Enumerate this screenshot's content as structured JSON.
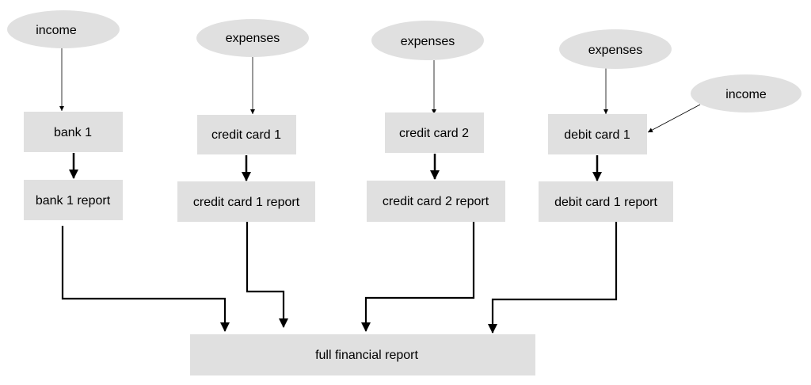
{
  "colors": {
    "node_fill": "#e0e0e0",
    "line": "#000000",
    "background": "#ffffff"
  },
  "sources": [
    {
      "id": "income_1",
      "label": "income"
    },
    {
      "id": "expenses_1",
      "label": "expenses"
    },
    {
      "id": "expenses_2",
      "label": "expenses"
    },
    {
      "id": "expenses_3",
      "label": "expenses"
    },
    {
      "id": "income_2",
      "label": "income"
    }
  ],
  "accounts": [
    {
      "id": "bank_1",
      "label": "bank 1"
    },
    {
      "id": "credit_card_1",
      "label": "credit card 1"
    },
    {
      "id": "credit_card_2",
      "label": "credit card 2"
    },
    {
      "id": "debit_card_1",
      "label": "debit card 1"
    }
  ],
  "reports": [
    {
      "id": "bank_1_report",
      "label": "bank 1 report"
    },
    {
      "id": "credit_card_1_report",
      "label": "credit card 1 report"
    },
    {
      "id": "credit_card_2_report",
      "label": "credit card 2 report"
    },
    {
      "id": "debit_card_1_report",
      "label": "debit card 1 report"
    }
  ],
  "final_report": {
    "id": "full_financial_report",
    "label": "full financial report"
  },
  "edges": [
    {
      "from": "income_1",
      "to": "bank_1"
    },
    {
      "from": "expenses_1",
      "to": "credit_card_1"
    },
    {
      "from": "expenses_2",
      "to": "credit_card_2"
    },
    {
      "from": "expenses_3",
      "to": "debit_card_1"
    },
    {
      "from": "income_2",
      "to": "debit_card_1"
    },
    {
      "from": "bank_1",
      "to": "bank_1_report"
    },
    {
      "from": "credit_card_1",
      "to": "credit_card_1_report"
    },
    {
      "from": "credit_card_2",
      "to": "credit_card_2_report"
    },
    {
      "from": "debit_card_1",
      "to": "debit_card_1_report"
    },
    {
      "from": "bank_1_report",
      "to": "full_financial_report"
    },
    {
      "from": "credit_card_1_report",
      "to": "full_financial_report"
    },
    {
      "from": "credit_card_2_report",
      "to": "full_financial_report"
    },
    {
      "from": "debit_card_1_report",
      "to": "full_financial_report"
    }
  ]
}
